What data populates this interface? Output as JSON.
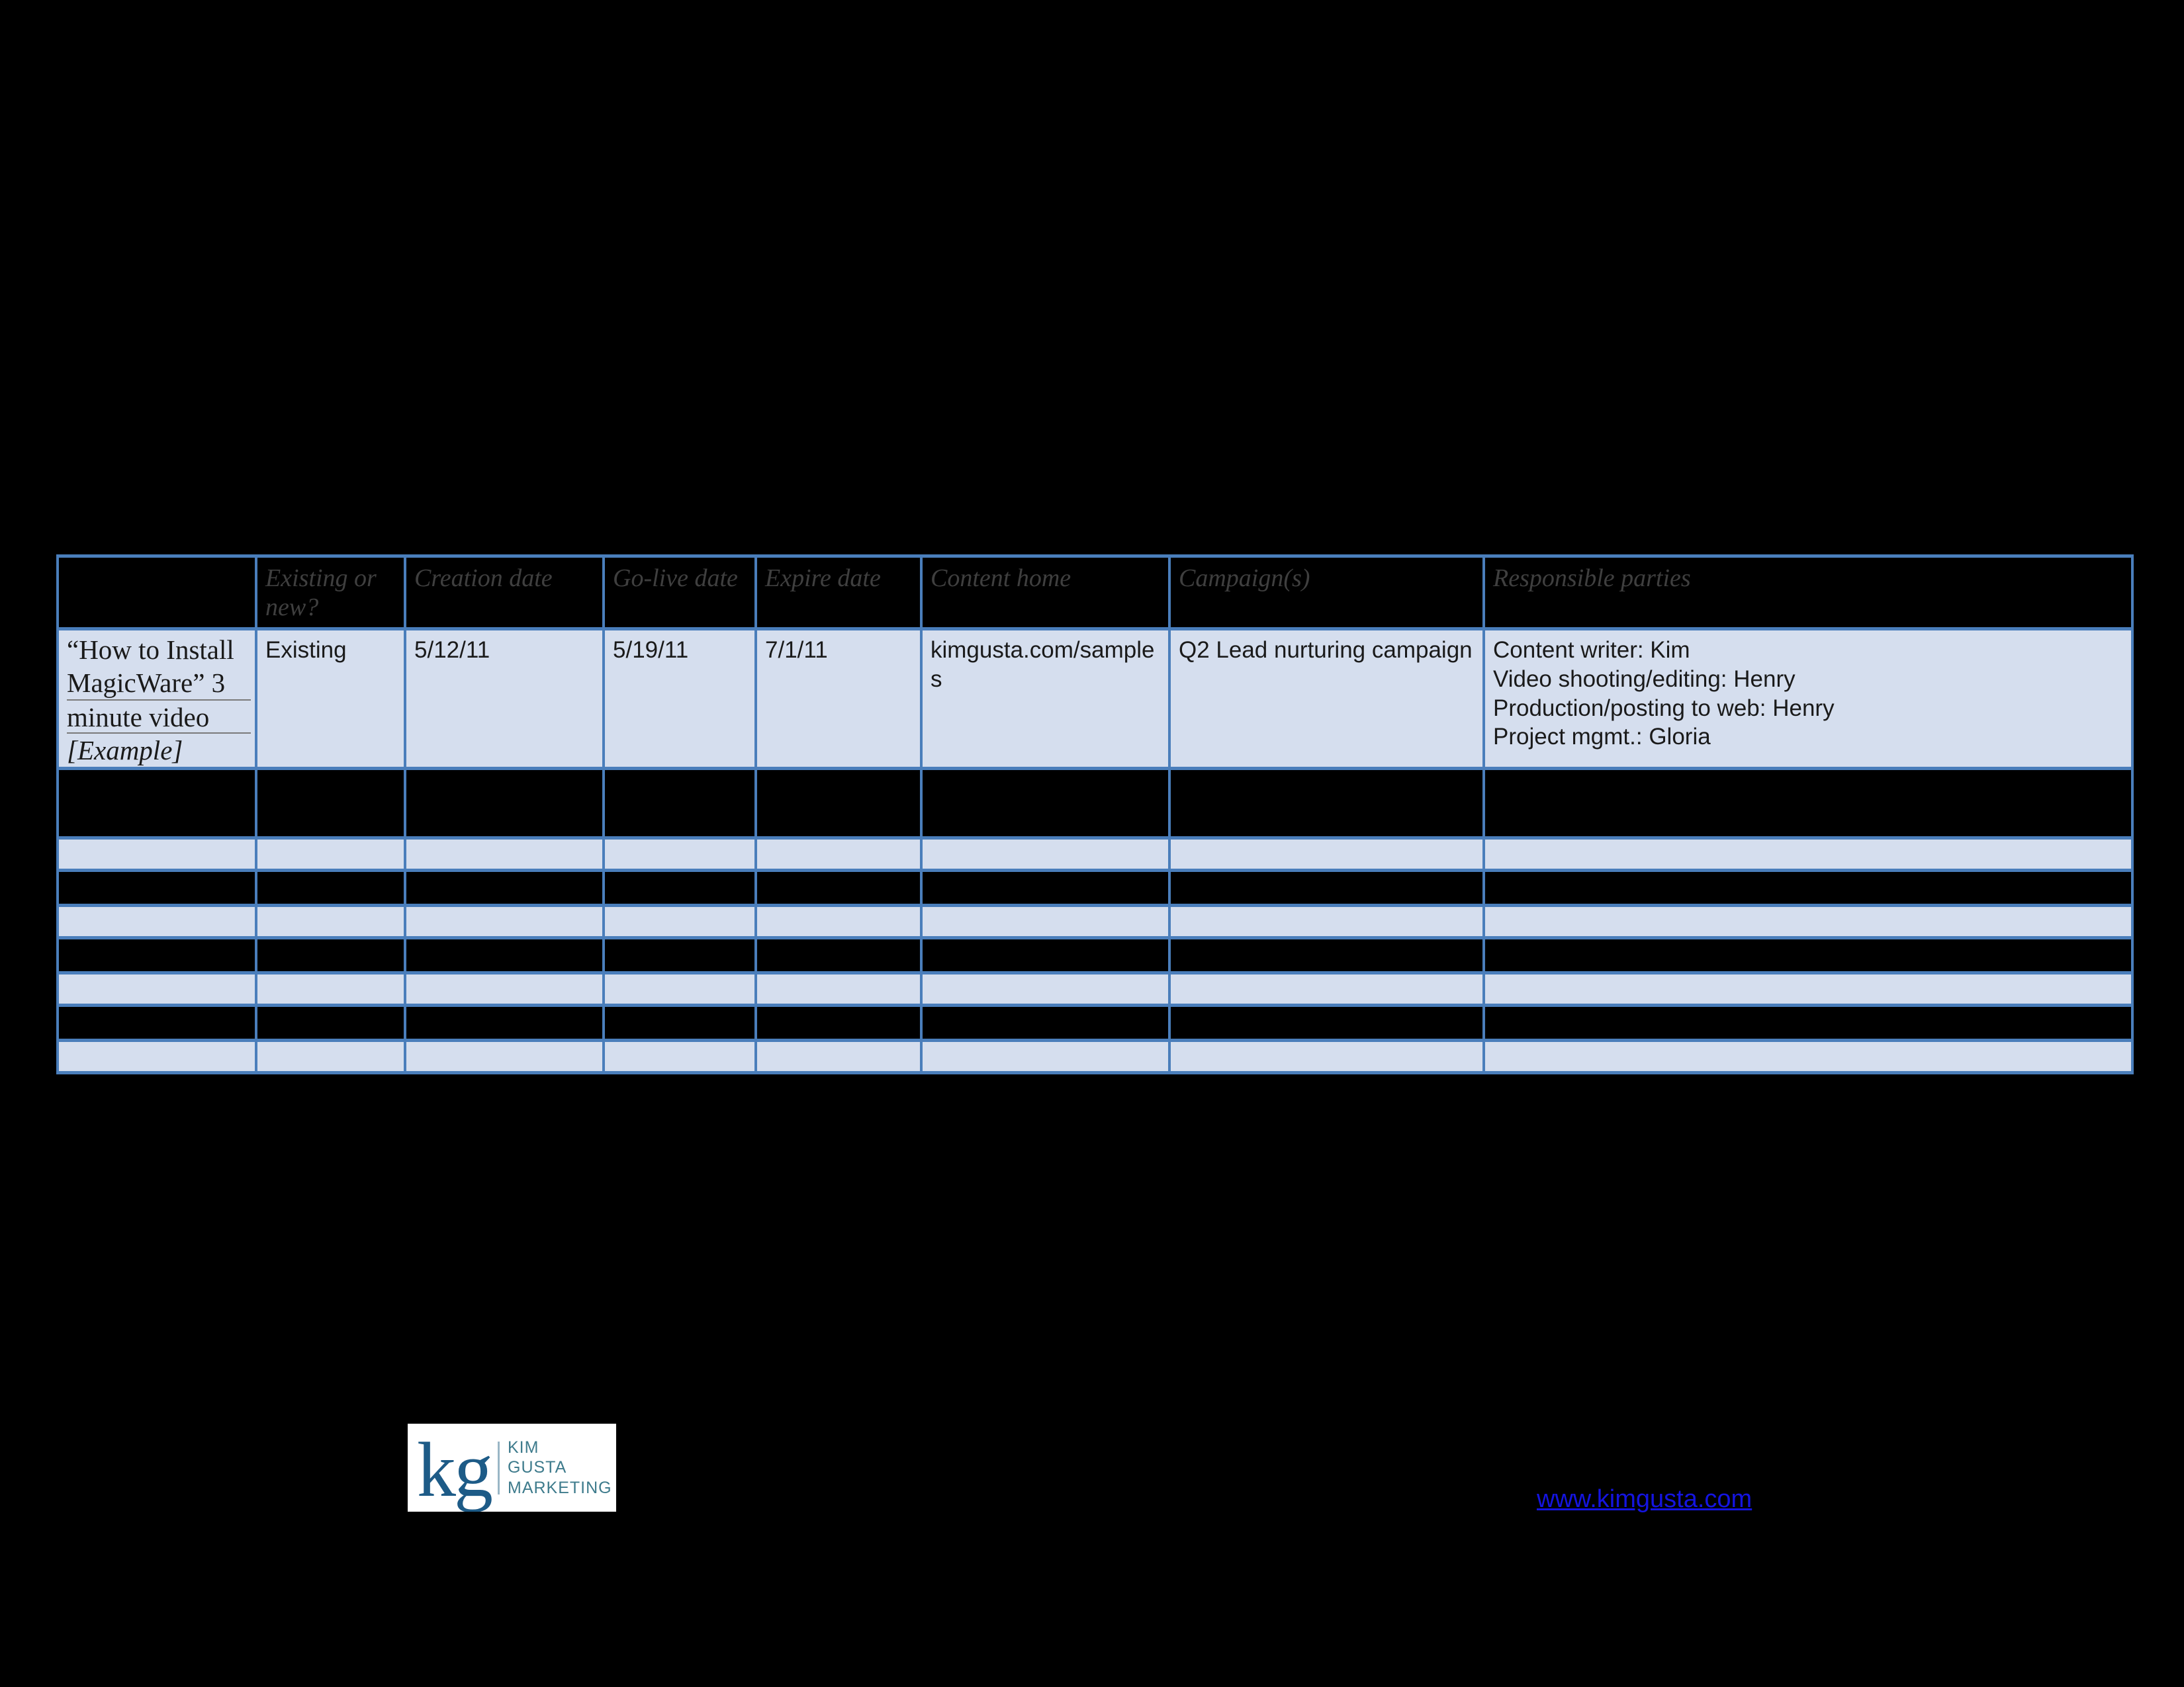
{
  "table": {
    "headers": [
      "",
      "Existing or new?",
      "Creation date",
      "Go-live date",
      "Expire date",
      "Content home",
      "Campaign(s)",
      "Responsible parties"
    ],
    "rows": [
      {
        "title_line1": "“How to Install MagicWare” 3",
        "title_line2": "minute video",
        "title_note": "[Example]",
        "existing_or_new": "Existing",
        "creation_date": "5/12/11",
        "go_live_date": "5/19/11",
        "expire_date": "7/1/11",
        "content_home": "kimgusta.com/samples",
        "campaigns": "Q2 Lead nurturing campaign",
        "responsible_parties": [
          "Content writer: Kim",
          "Video shooting/editing: Henry",
          "Production/posting to web:  Henry",
          "Project mgmt.: Gloria"
        ]
      }
    ],
    "blank_row_count": 8
  },
  "logo": {
    "mark": "kg",
    "line1": "KIM",
    "line2": "GUSTA",
    "line3": "MARKETING",
    "mark_color": "#1D5B87",
    "words_color": "#3E7B8C"
  },
  "footer": {
    "website": "www.kimgusta.com",
    "link_color": "#1414E0"
  },
  "theme": {
    "page_background": "#000000",
    "cell_fill": "#D5DEEE",
    "border_blue": "#4A7EBB",
    "header_text": "#3F3F3F"
  }
}
